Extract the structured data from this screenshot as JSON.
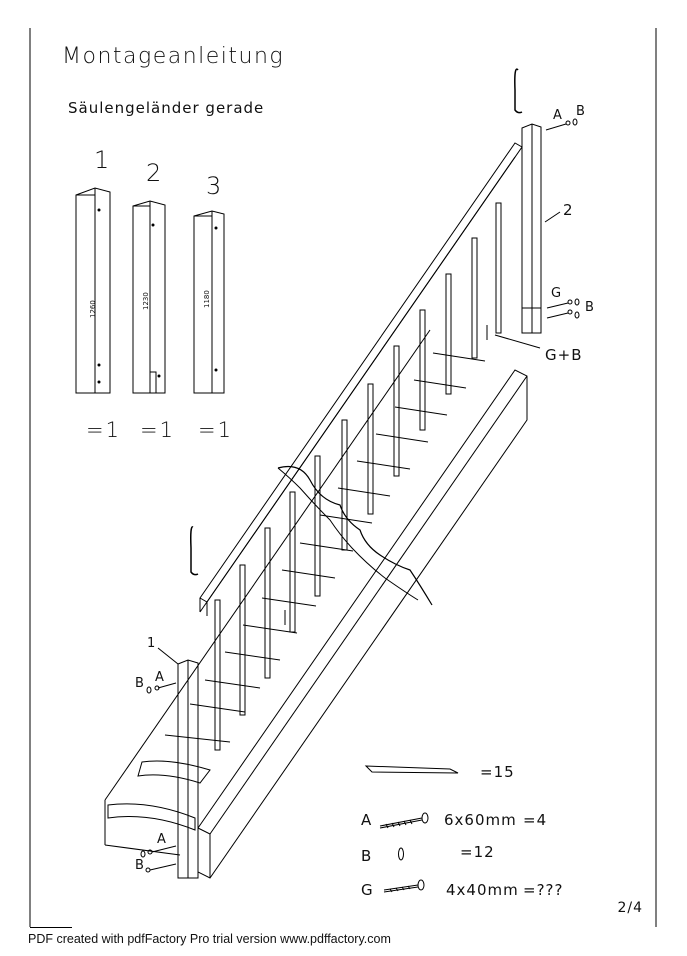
{
  "document": {
    "title": "Montageanleitung",
    "subtitle": "Säulengeländer gerade",
    "page_number": "2/4",
    "footer": "PDF created with pdfFactory Pro trial version www.pdffactory.com"
  },
  "posts": [
    {
      "number": "1",
      "length": "1260",
      "quantity": "=1"
    },
    {
      "number": "2",
      "length": "1230",
      "quantity": "=1"
    },
    {
      "number": "3",
      "length": "1180",
      "quantity": "=1"
    }
  ],
  "callouts": {
    "top_A": "A",
    "top_B": "B",
    "top_post": "2",
    "mid_G": "G",
    "mid_B": "B",
    "gb": "G+B",
    "bottom_post": "1",
    "bottom_B1": "B",
    "bottom_A1": "A",
    "bottom_A2": "A",
    "bottom_B2": "B"
  },
  "parts_list": [
    {
      "code": "",
      "size": "",
      "quantity": "=15",
      "icon": "baluster-bar-icon"
    },
    {
      "code": "A",
      "size": "6x60mm",
      "quantity": "=4",
      "icon": "screw-icon"
    },
    {
      "code": "B",
      "size": "",
      "quantity": "=12",
      "icon": "dowel-icon"
    },
    {
      "code": "G",
      "size": "4x40mm",
      "quantity": "=???",
      "icon": "screw-icon"
    }
  ]
}
